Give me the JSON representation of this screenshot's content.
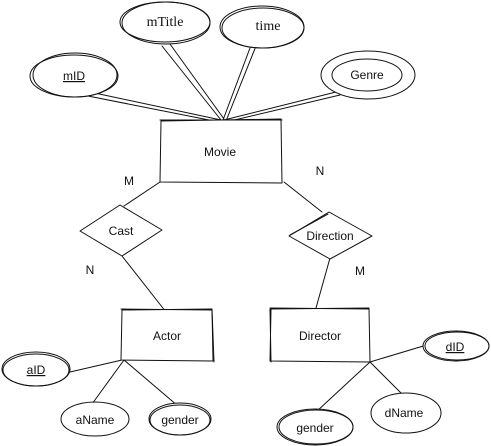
{
  "entities": {
    "movie": "Movie",
    "actor": "Actor",
    "director": "Director"
  },
  "relationships": {
    "cast": "Cast",
    "direction": "Direction"
  },
  "attributes": {
    "mid": "mID",
    "mtitle": "mTitle",
    "time": "time",
    "genre": "Genre",
    "aid": "aID",
    "aname": "aName",
    "actor_gender": "gender",
    "did": "dID",
    "dname": "dName",
    "director_gender": "gender"
  },
  "cardinalities": {
    "movie_cast": "M",
    "cast_actor": "N",
    "movie_direction": "N",
    "direction_director": "M"
  }
}
